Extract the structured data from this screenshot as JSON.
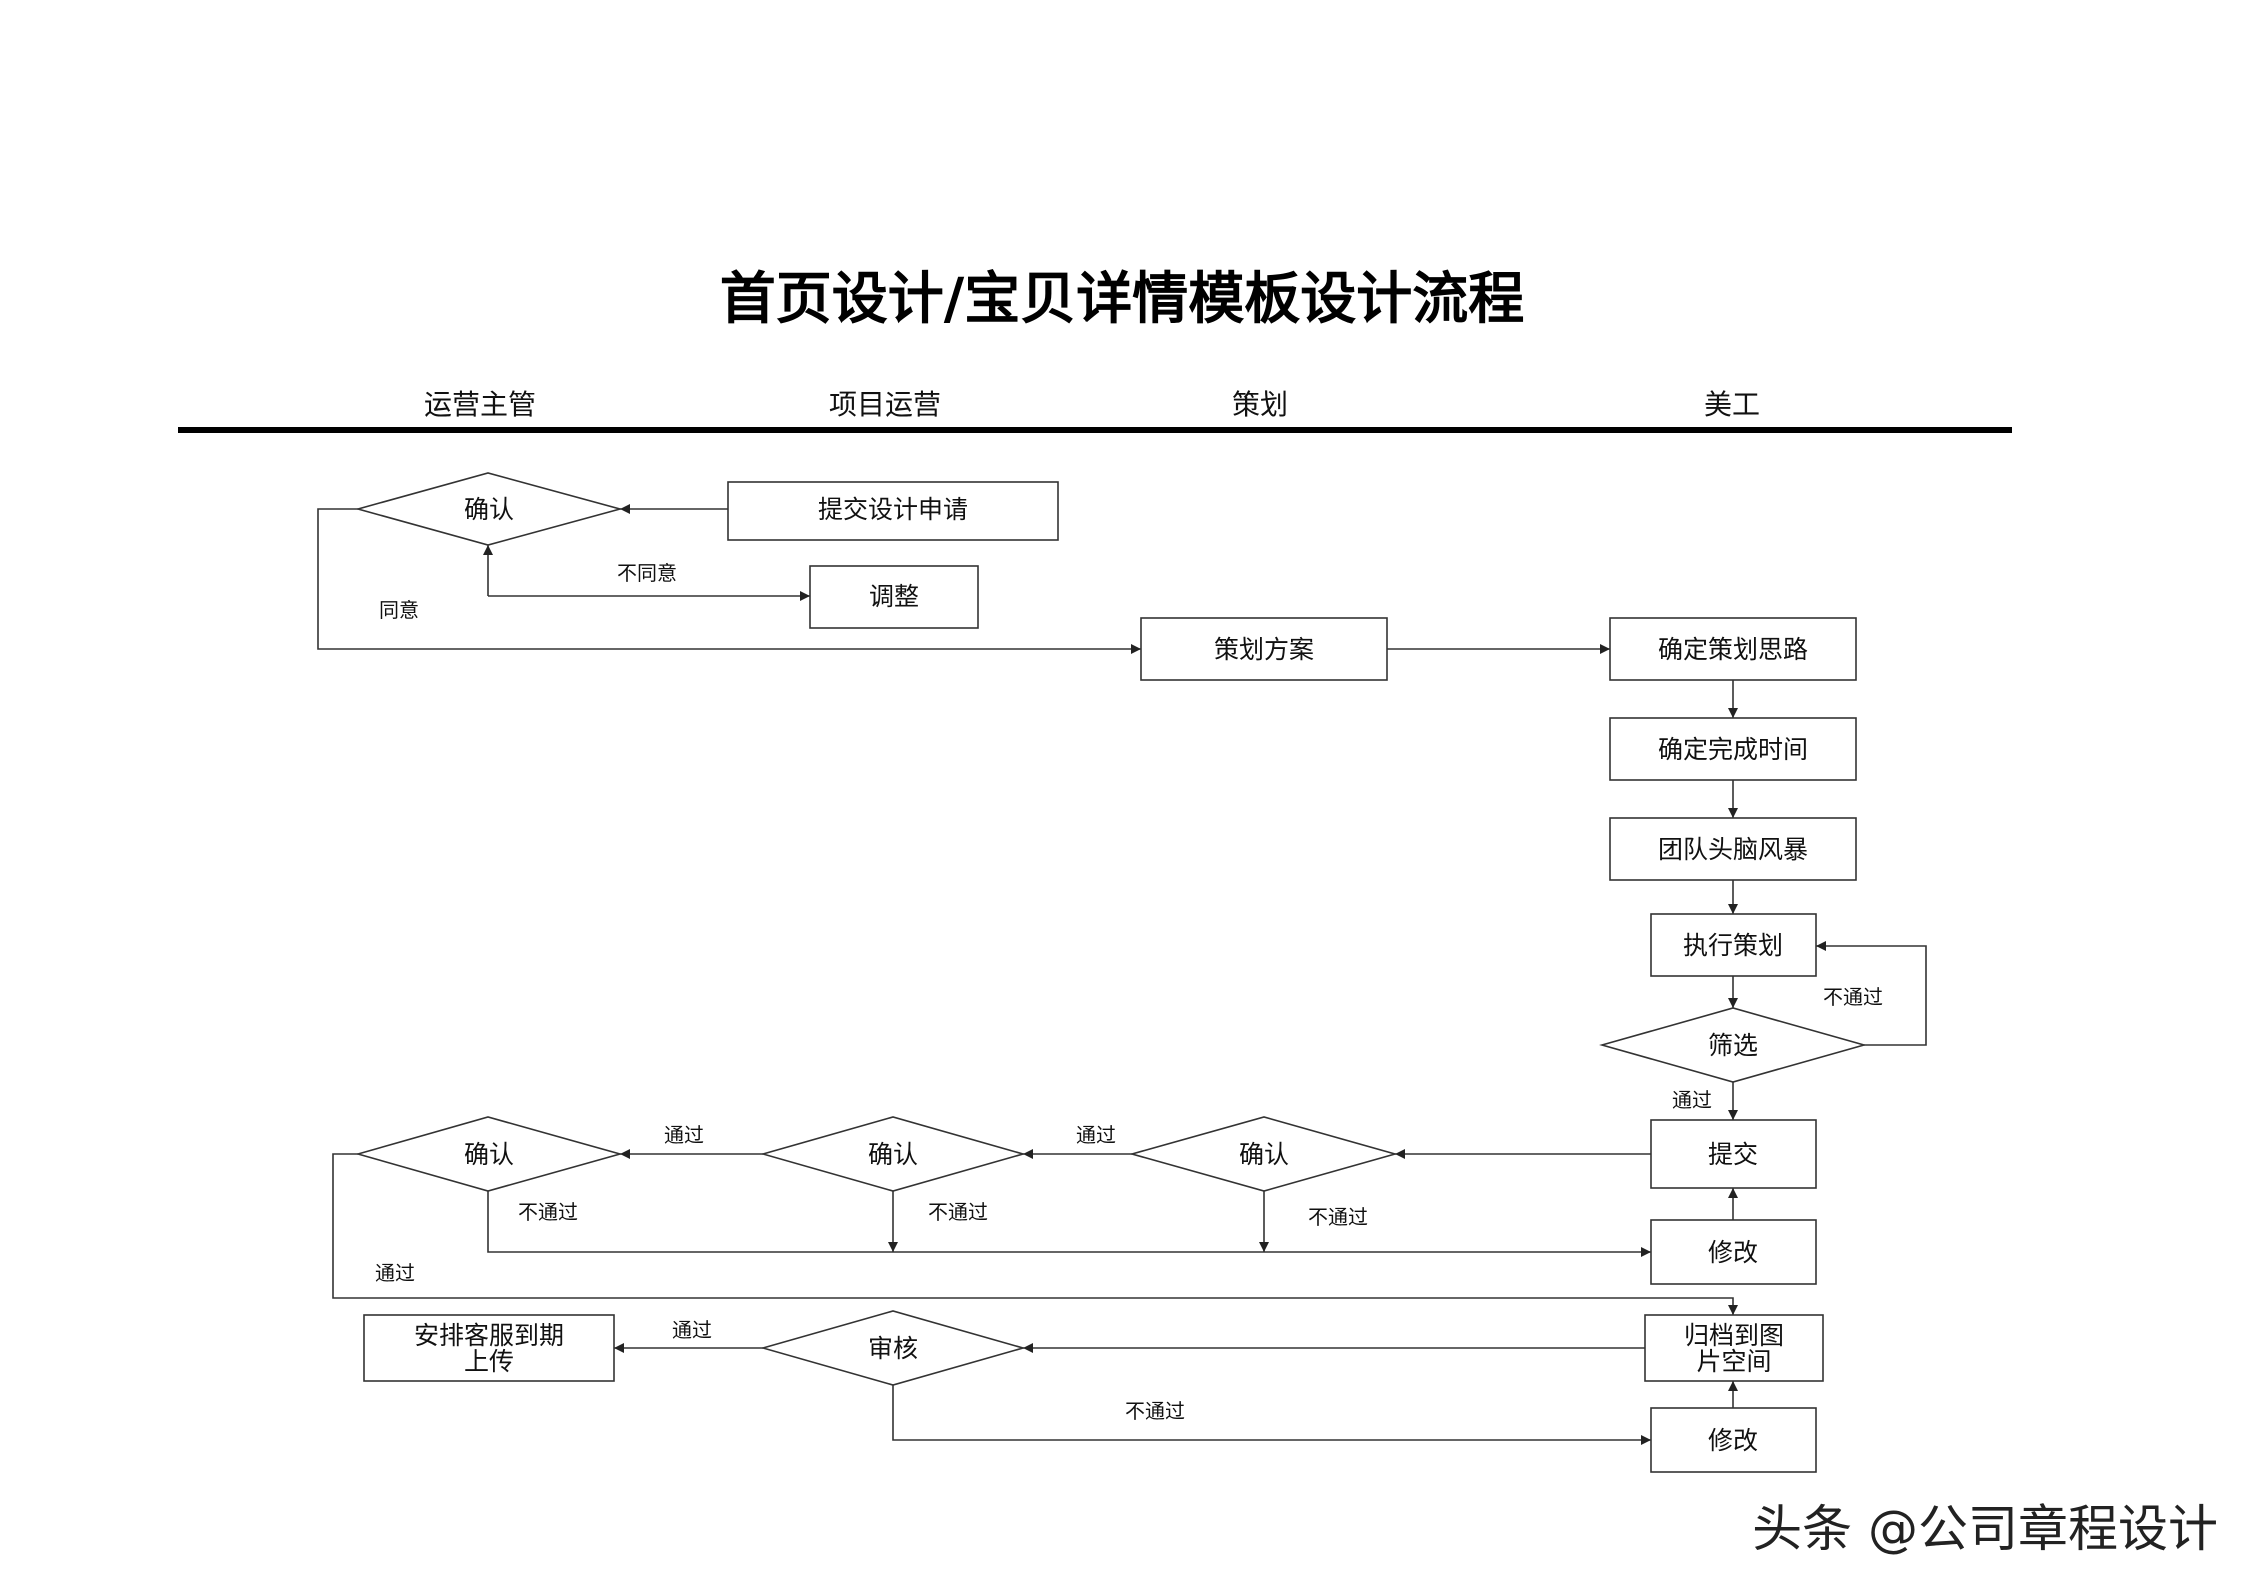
{
  "title": "首页设计/宝贝详情模板设计流程",
  "lanes": [
    "运营主管",
    "项目运营",
    "策划",
    "美工"
  ],
  "nodes": {
    "confirm1": "确认",
    "submit_request": "提交设计申请",
    "adjust": "调整",
    "plan_scheme": "策划方案",
    "set_idea": "确定策划思路",
    "set_time": "确定完成时间",
    "brainstorm": "团队头脑风暴",
    "execute": "执行策划",
    "filter": "筛选",
    "submit": "提交",
    "confirm_c": "确认",
    "confirm_p": "确认",
    "confirm_o": "确认",
    "modify1": "修改",
    "archive_l1": "归档到图",
    "archive_l2": "片空间",
    "review": "审核",
    "arrange_l1": "安排客服到期",
    "arrange_l2": "上传",
    "modify2": "修改"
  },
  "edge_labels": {
    "disagree": "不同意",
    "agree": "同意",
    "fail_filter": "不通过",
    "pass_filter": "通过",
    "pass_c": "通过",
    "pass_p": "通过",
    "fail_o": "不通过",
    "fail_p": "不通过",
    "fail_c": "不通过",
    "pass_o": "通过",
    "pass_review": "通过",
    "fail_review": "不通过"
  },
  "watermark": "头条 @公司章程设计"
}
